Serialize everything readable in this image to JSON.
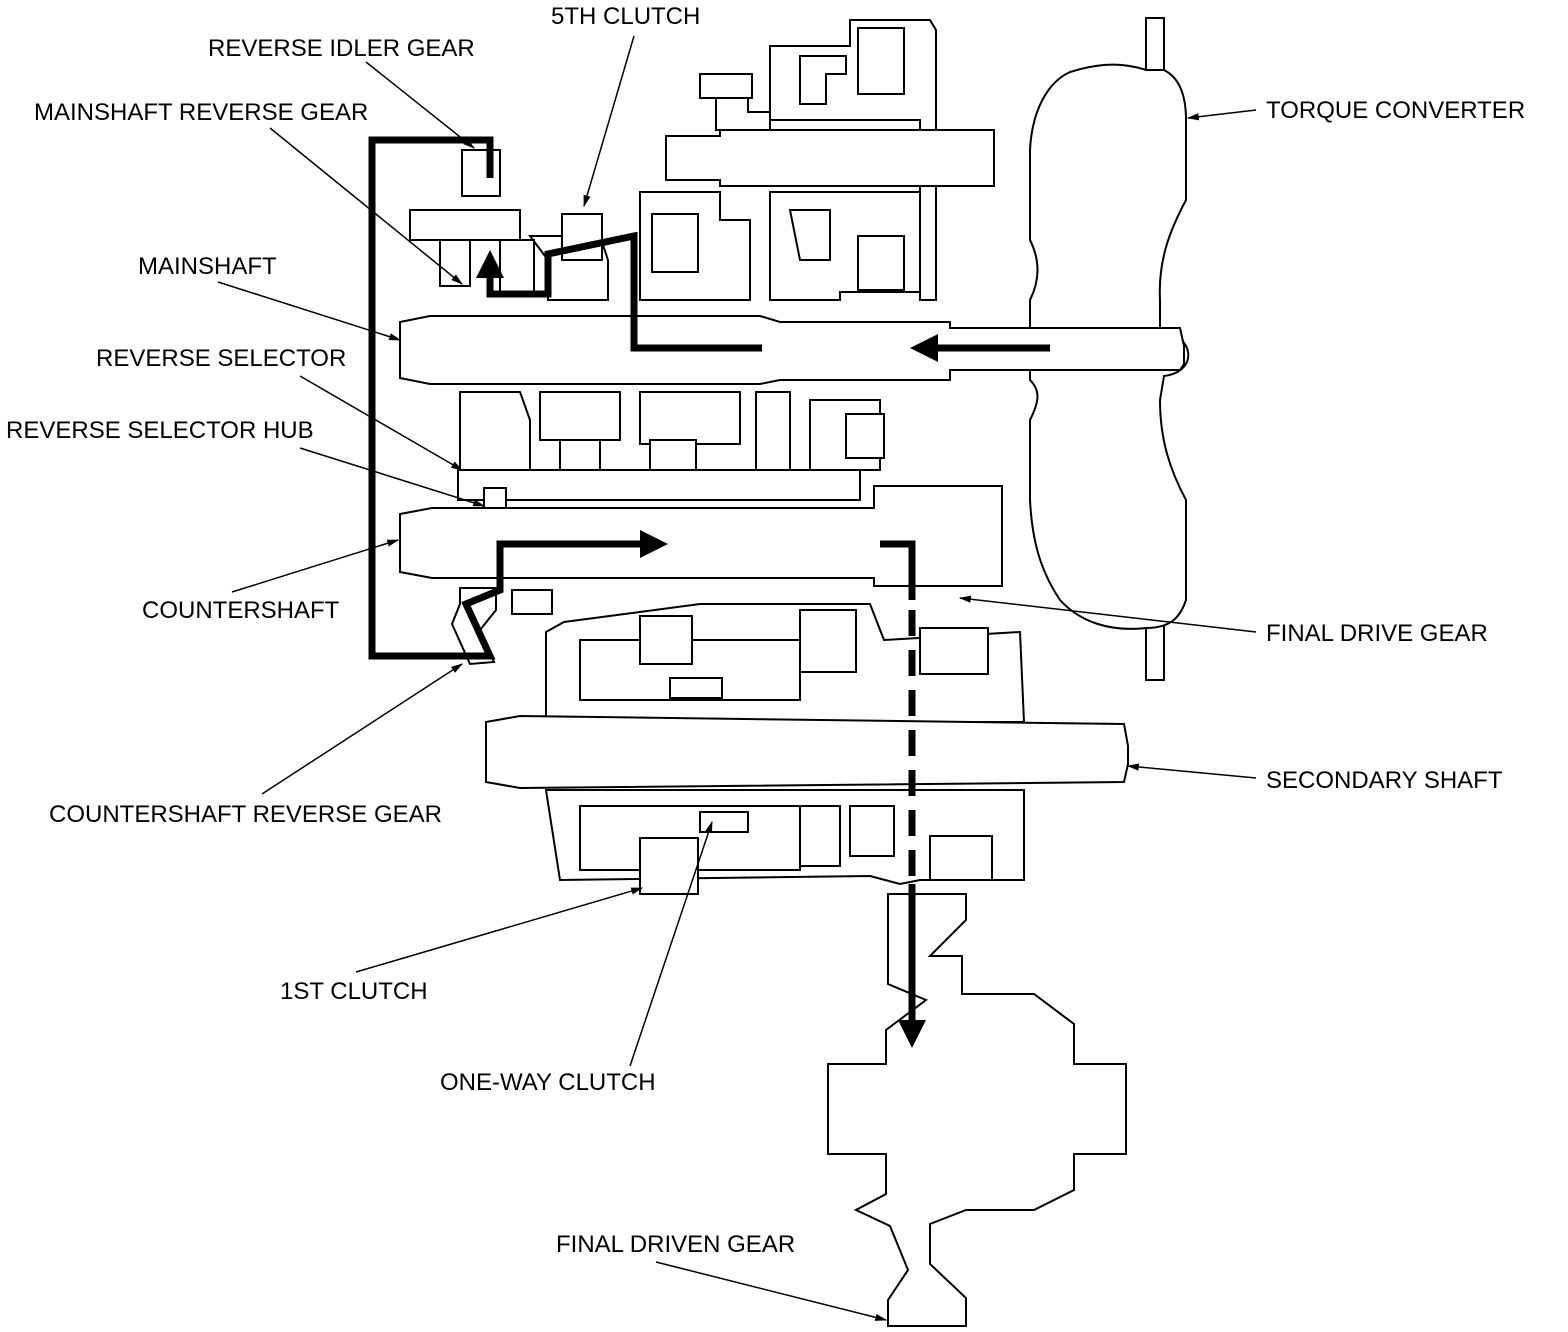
{
  "labels": {
    "reverse_idler_gear": "REVERSE IDLER GEAR",
    "fifth_clutch": "5TH CLUTCH",
    "mainshaft_reverse_gear": "MAINSHAFT REVERSE GEAR",
    "torque_converter": "TORQUE CONVERTER",
    "mainshaft": "MAINSHAFT",
    "reverse_selector": "REVERSE SELECTOR",
    "reverse_selector_hub": "REVERSE SELECTOR HUB",
    "countershaft": "COUNTERSHAFT",
    "final_drive_gear": "FINAL DRIVE GEAR",
    "secondary_shaft": "SECONDARY SHAFT",
    "countershaft_reverse_gear": "COUNTERSHAFT REVERSE GEAR",
    "first_clutch": "1ST CLUTCH",
    "one_way_clutch": "ONE-WAY CLUTCH",
    "final_driven_gear": "FINAL DRIVEN GEAR"
  },
  "colors": {
    "line": "#000000",
    "background": "#ffffff"
  },
  "icons": {
    "flow_arrow": "arrow-head-icon"
  }
}
